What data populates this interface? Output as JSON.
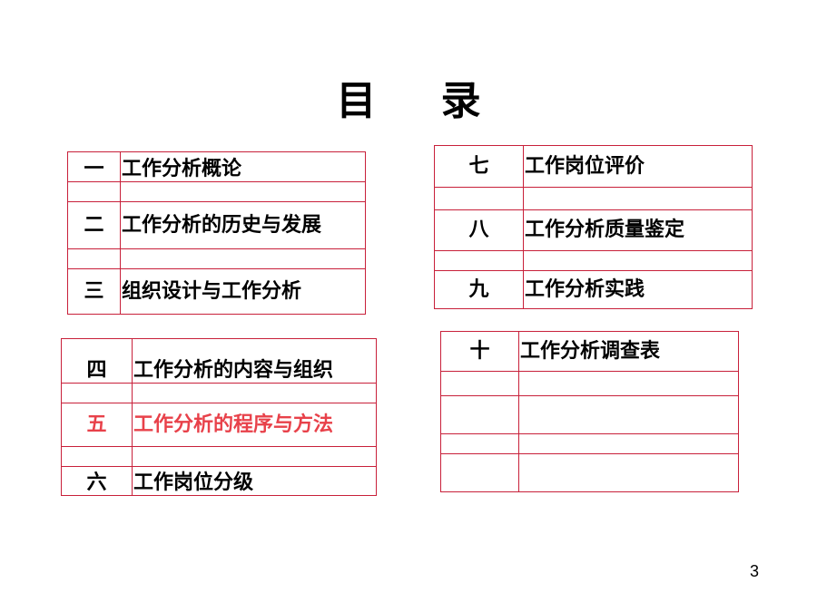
{
  "title": "目 录",
  "page_number": "3",
  "colors": {
    "border": "#c8203a",
    "active_text": "#e8414a",
    "text": "#000000"
  },
  "sections": [
    {
      "num": "一",
      "label": "工作分析概论"
    },
    {
      "num": "二",
      "label": "工作分析的历史与发展"
    },
    {
      "num": "三",
      "label": "组织设计与工作分析"
    },
    {
      "num": "四",
      "label": "工作分析的内容与组织"
    },
    {
      "num": "五",
      "label": "工作分析的程序与方法",
      "active": true
    },
    {
      "num": "六",
      "label": "工作岗位分级"
    },
    {
      "num": "七",
      "label": "工作岗位评价"
    },
    {
      "num": "八",
      "label": "工作分析质量鉴定"
    },
    {
      "num": "九",
      "label": "工作分析实践"
    },
    {
      "num": "十",
      "label": "工作分析调查表"
    }
  ]
}
